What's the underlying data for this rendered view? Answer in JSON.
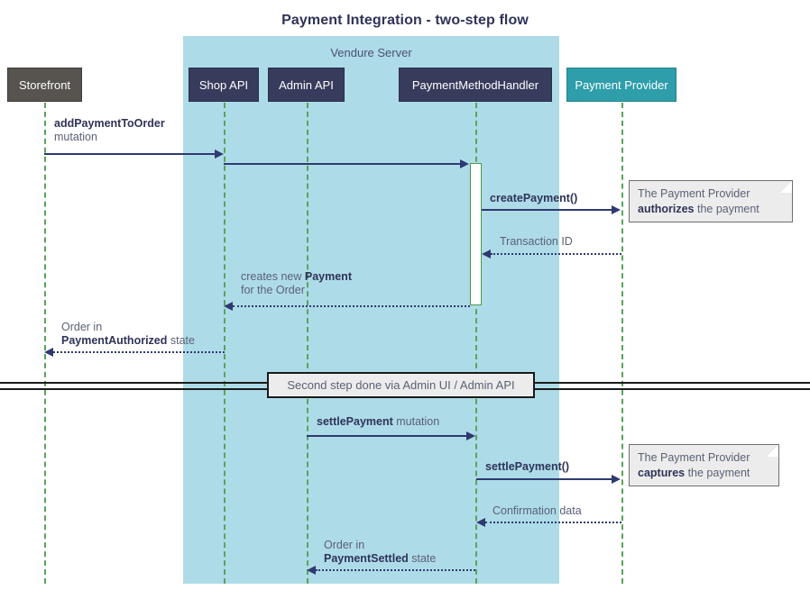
{
  "diagram": {
    "title": "Payment Integration - two-step flow",
    "type": "sequence-diagram",
    "colors": {
      "group_background": "#aedbe8",
      "participant_dark": "#373c5c",
      "participant_grey": "#575450",
      "participant_teal": "#2d9eaa",
      "lifeline": "#5aa45a",
      "message": "#2e3a70",
      "note_background": "#ececec",
      "text": "#5b6175",
      "title_text": "#2e3359"
    }
  },
  "group": {
    "label": "Vendure Server"
  },
  "participants": [
    {
      "id": "storefront",
      "label": "Storefront",
      "style": "grey"
    },
    {
      "id": "shop-api",
      "label": "Shop API",
      "style": "dark"
    },
    {
      "id": "admin-api",
      "label": "Admin API",
      "style": "dark"
    },
    {
      "id": "payment-method-handler",
      "label": "PaymentMethodHandler",
      "style": "dark"
    },
    {
      "id": "payment-provider",
      "label": "Payment Provider",
      "style": "teal"
    }
  ],
  "messages": [
    {
      "id": "add-payment-to-order",
      "from": "storefront",
      "to": "shop-api",
      "line": "solid",
      "direction": "right",
      "label_line1_bold": "addPaymentToOrder",
      "label_line2": "mutation"
    },
    {
      "id": "shop-api-to-handler",
      "from": "shop-api",
      "to": "payment-method-handler",
      "line": "solid",
      "direction": "right",
      "label_line1_bold": "",
      "label_line2": ""
    },
    {
      "id": "create-payment",
      "from": "payment-method-handler",
      "to": "payment-provider",
      "line": "solid",
      "direction": "right",
      "label_line1_bold": "createPayment()",
      "label_line2": ""
    },
    {
      "id": "transaction-id",
      "from": "payment-provider",
      "to": "payment-method-handler",
      "line": "dotted",
      "direction": "left",
      "label_line1_bold": "",
      "label_line2": "Transaction ID"
    },
    {
      "id": "creates-new-payment",
      "from": "payment-method-handler",
      "to": "shop-api",
      "line": "dotted",
      "direction": "left",
      "label_line1_plain": "creates new ",
      "label_line1_bold": "Payment",
      "label_line2": "for the Order"
    },
    {
      "id": "order-payment-authorized",
      "from": "shop-api",
      "to": "storefront",
      "line": "dotted",
      "direction": "left",
      "label_line1_plain": "Order in",
      "label_line2_bold": "PaymentAuthorized",
      "label_line2_plain": " state"
    },
    {
      "id": "settle-payment-mutation",
      "from": "admin-api",
      "to": "payment-method-handler",
      "line": "solid",
      "direction": "right",
      "label_line1_bold": "settlePayment",
      "label_line1_plain": " mutation"
    },
    {
      "id": "settle-payment-call",
      "from": "payment-method-handler",
      "to": "payment-provider",
      "line": "solid",
      "direction": "right",
      "label_line1_bold": "settlePayment()"
    },
    {
      "id": "confirmation-data",
      "from": "payment-provider",
      "to": "payment-method-handler",
      "line": "dotted",
      "direction": "left",
      "label_line1_plain": "Confirmation data"
    },
    {
      "id": "order-payment-settled",
      "from": "payment-method-handler",
      "to": "admin-api",
      "line": "dotted",
      "direction": "left",
      "label_line1_plain": "Order in",
      "label_line2_bold": "PaymentSettled",
      "label_line2_plain": " state"
    }
  ],
  "notes": [
    {
      "id": "note-authorizes",
      "line1": "The Payment Provider",
      "line2_bold": "authorizes",
      "line2_plain": " the payment"
    },
    {
      "id": "note-captures",
      "line1": "The Payment Provider",
      "line2_bold": "captures",
      "line2_plain": " the payment"
    }
  ],
  "divider": {
    "label": "Second step done via Admin UI / Admin API"
  }
}
